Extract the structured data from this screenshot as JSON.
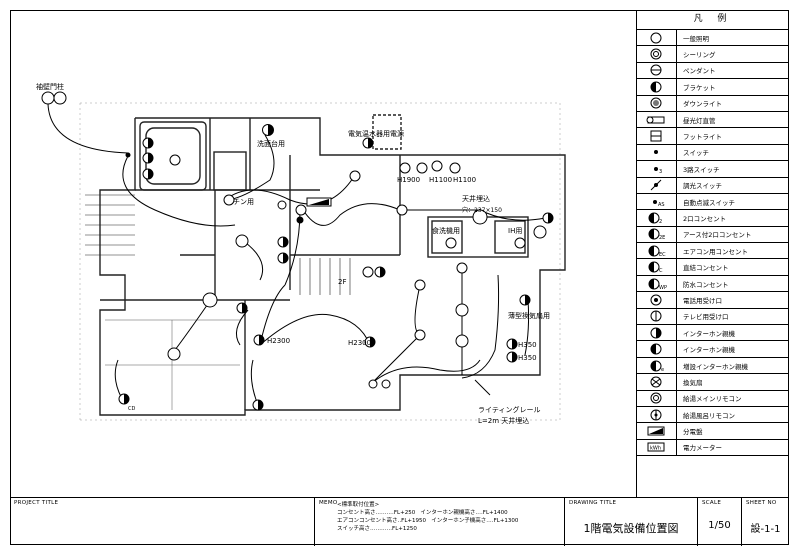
{
  "labels": {
    "gate_post": "袖壁門柱",
    "washroom": "洗面台用",
    "water_heater": "電気温水器用電源",
    "h1900": "H1900",
    "h1100a": "H1100",
    "h1100b": "H1100",
    "ceiling_embed": "天井埋込",
    "hole": "穴：237×150",
    "dishwasher": "食洗機用",
    "ih": "IH用",
    "kitchen_label": "チン用",
    "two_f": "2F",
    "hood_fan": "薄型換気扇用",
    "h2300a": "H2300",
    "h2300b": "H2300",
    "h350a": "H350",
    "h350b": "H350",
    "lighting_rail": "ライティングレール",
    "rail_length": "L=2m 天井埋込",
    "cd_label": "CD"
  },
  "legend": {
    "title": "凡 例",
    "items": [
      {
        "icon": "ceiling-light-icon",
        "label": "一般照明"
      },
      {
        "icon": "ceiling-round-light-icon",
        "label": "シーリング"
      },
      {
        "icon": "pendant-icon",
        "label": "ペンダント"
      },
      {
        "icon": "bracket-light-icon",
        "label": "ブラケット"
      },
      {
        "icon": "downlight-icon",
        "label": "ダウンライト"
      },
      {
        "icon": "fluorescent-icon",
        "label": "昼光灯直管"
      },
      {
        "icon": "footlight-icon",
        "label": "フットライト"
      },
      {
        "icon": "switch-icon",
        "label": "スイッチ"
      },
      {
        "icon": "three-way-switch-icon",
        "label": "3路スイッチ"
      },
      {
        "icon": "dimmer-switch-icon",
        "label": "調光スイッチ"
      },
      {
        "icon": "auto-switch-icon",
        "label": "自動点滅スイッチ"
      },
      {
        "icon": "outlet-2-icon",
        "label": "2口コンセント"
      },
      {
        "icon": "earth-outlet-icon",
        "label": "アース付2口コンセント"
      },
      {
        "icon": "aircon-outlet-icon",
        "label": "エアコン用コンセント"
      },
      {
        "icon": "dedicated-outlet-icon",
        "label": "直結コンセント"
      },
      {
        "icon": "waterproof-outlet-icon",
        "label": "防水コンセント"
      },
      {
        "icon": "phone-outlet-icon",
        "label": "電話用受け口"
      },
      {
        "icon": "tv-outlet-icon",
        "label": "テレビ用受け口"
      },
      {
        "icon": "intercom-parent-icon",
        "label": "インターホン親機"
      },
      {
        "icon": "intercom-child-icon",
        "label": "インターホン親機"
      },
      {
        "icon": "intercom-ext-icon",
        "label": "増設インターホン親機"
      },
      {
        "icon": "vent-fan-icon",
        "label": "換気扇"
      },
      {
        "icon": "bath-remote-icon",
        "label": "給湯メインリモコン"
      },
      {
        "icon": "bath-sub-remote-icon",
        "label": "給湯風呂リモコン"
      },
      {
        "icon": "panel-board-icon",
        "label": "分電盤"
      },
      {
        "icon": "meter-icon",
        "label": "電力メーター"
      }
    ]
  },
  "title_block": {
    "project_title_label": "PROJECT TITLE",
    "memo_label": "MEMO",
    "memo_lines": [
      "<標準取付位置>",
      "コンセント高さ‥‥‥‥‥FL+250   インターホン親機高さ‥‥FL+1400",
      "エアコンコンセント高さ‥FL+1950   インターホン子機高さ‥‥FL+1300",
      "スイッチ高さ‥‥‥‥‥‥FL+1250"
    ],
    "drawing_title_label": "DRAWING TITLE",
    "drawing_title": "1階電気設備位置図",
    "scale_label": "SCALE",
    "scale": "1/50",
    "sheet_no_label": "SHEET NO",
    "sheet_no": "設-1-1"
  }
}
